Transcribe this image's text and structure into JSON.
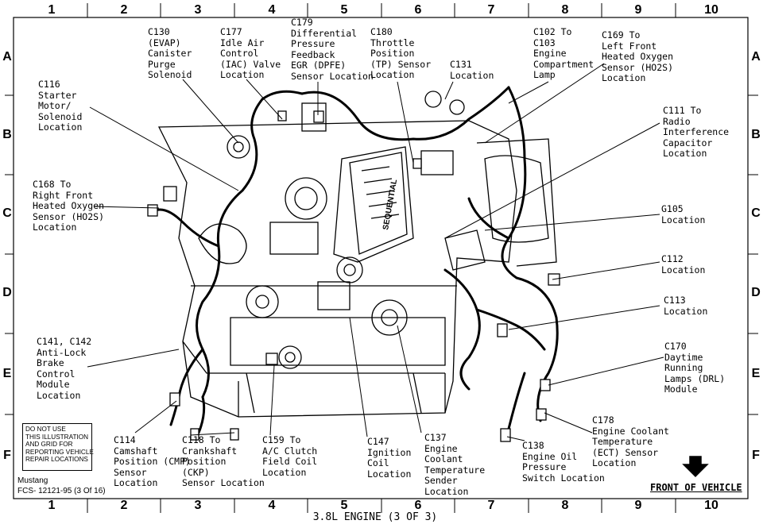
{
  "grid": {
    "columns": [
      "1",
      "2",
      "3",
      "4",
      "5",
      "6",
      "7",
      "8",
      "9",
      "10"
    ],
    "rows": [
      "A",
      "B",
      "C",
      "D",
      "E",
      "F"
    ]
  },
  "labels": {
    "c130": "C130\n(EVAP)\nCanister\nPurge\nSolenoid",
    "c177": "C177\nIdle Air\nControl\n(IAC) Valve\nLocation",
    "c179": "C179\nDifferential\nPressure\nFeedback\nEGR (DPFE)\nSensor Location",
    "c180": "C180\nThrottle\nPosition\n(TP) Sensor\nLocation",
    "c131": "C131\nLocation",
    "c102": "C102 To\nC103\nEngine\nCompartment\nLamp",
    "c169": "C169 To\nLeft Front\nHeated Oxygen\nSensor (HO2S)\nLocation",
    "c116": "C116\nStarter\nMotor/\nSolenoid\nLocation",
    "c111": "C111 To\nRadio\nInterference\nCapacitor\nLocation",
    "c168": "C168 To\nRight Front\nHeated Oxygen\nSensor (HO2S)\nLocation",
    "g105": "G105\nLocation",
    "c112": "C112\nLocation",
    "c113": "C113\nLocation",
    "c141": "C141, C142\nAnti-Lock\nBrake\nControl\nModule\nLocation",
    "c170": "C170\nDaytime\nRunning\nLamps (DRL)\nModule",
    "c178": "C178\nEngine Coolant\nTemperature\n(ECT) Sensor\nLocation",
    "c114": "C114\nCamshaft\nPosition (CMP)\nSensor\nLocation",
    "c118": "C118 To\nCrankshaft\nPosition\n(CKP)\nSensor Location",
    "c159": "C159 To\nA/C Clutch\nField Coil\nLocation",
    "c147": "C147\nIgnition\nCoil\nLocation",
    "c137": "C137\nEngine\nCoolant\nTemperature\nSender\nLocation",
    "c138": "C138\nEngine Oil\nPressure\nSwitch Location"
  },
  "note": "DO NOT USE\nTHIS ILLUSTRATION\nAND GRID FOR\nREPORTING VEHICLE\nREPAIR LOCATIONS",
  "footer": {
    "model": "Mustang",
    "code": "FCS- 12121-95 (3 Of 16)",
    "title": "3.8L ENGINE (3 OF 3)",
    "front": "FRONT OF VEHICLE",
    "engine_stamp": "SEQUENTIAL"
  }
}
